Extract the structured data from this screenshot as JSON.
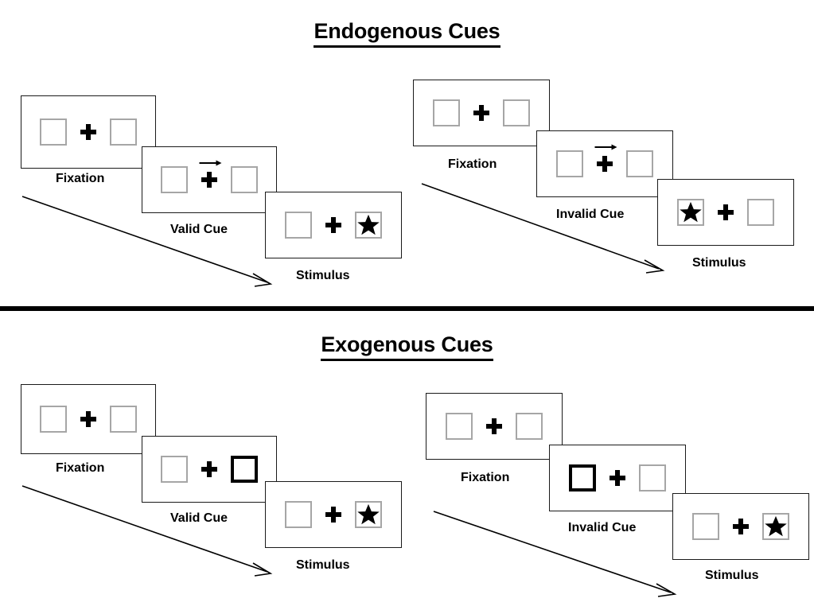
{
  "figure": {
    "type": "diagram",
    "subject": "Posner spatial cueing paradigm",
    "divider_color": "#000000",
    "box_border_color": "#a6a6a6",
    "cued_box_border_color": "#000000",
    "frame_border_color": "#1a1a1a"
  },
  "sections": [
    {
      "id": "endogenous",
      "title": "Endogenous Cues",
      "trials": [
        {
          "id": "endogenous-valid",
          "frames": [
            {
              "label": "Fixation",
              "cue_type": "none",
              "cued_side": "none",
              "arrow": false,
              "stimulus_side": "none"
            },
            {
              "label": "Valid Cue",
              "cue_type": "arrow",
              "cued_side": "right",
              "arrow": true,
              "arrow_direction": "right",
              "stimulus_side": "none"
            },
            {
              "label": "Stimulus",
              "cue_type": "none",
              "cued_side": "none",
              "arrow": false,
              "stimulus_side": "right"
            }
          ]
        },
        {
          "id": "endogenous-invalid",
          "frames": [
            {
              "label": "Fixation",
              "cue_type": "none",
              "cued_side": "none",
              "arrow": false,
              "stimulus_side": "none"
            },
            {
              "label": "Invalid Cue",
              "cue_type": "arrow",
              "cued_side": "right",
              "arrow": true,
              "arrow_direction": "right",
              "stimulus_side": "none"
            },
            {
              "label": "Stimulus",
              "cue_type": "none",
              "cued_side": "none",
              "arrow": false,
              "stimulus_side": "left"
            }
          ]
        }
      ]
    },
    {
      "id": "exogenous",
      "title": "Exogenous Cues",
      "trials": [
        {
          "id": "exogenous-valid",
          "frames": [
            {
              "label": "Fixation",
              "cue_type": "none",
              "cued_side": "none",
              "arrow": false,
              "stimulus_side": "none"
            },
            {
              "label": "Valid Cue",
              "cue_type": "box-flash",
              "cued_side": "right",
              "arrow": false,
              "stimulus_side": "none"
            },
            {
              "label": "Stimulus",
              "cue_type": "none",
              "cued_side": "none",
              "arrow": false,
              "stimulus_side": "right"
            }
          ]
        },
        {
          "id": "exogenous-invalid",
          "frames": [
            {
              "label": "Fixation",
              "cue_type": "none",
              "cued_side": "none",
              "arrow": false,
              "stimulus_side": "none"
            },
            {
              "label": "Invalid Cue",
              "cue_type": "box-flash",
              "cued_side": "left",
              "arrow": false,
              "stimulus_side": "none"
            },
            {
              "label": "Stimulus",
              "cue_type": "none",
              "cued_side": "none",
              "arrow": false,
              "stimulus_side": "right"
            }
          ]
        }
      ]
    }
  ]
}
